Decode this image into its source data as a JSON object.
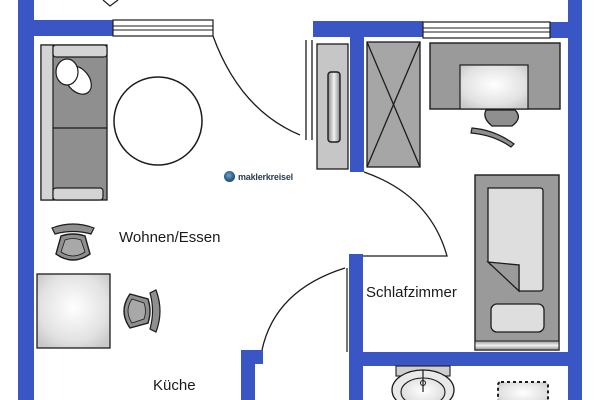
{
  "plan": {
    "colors": {
      "wall": "#3a55c4",
      "furniture_dark": "#8f8f8f",
      "furniture_light": "#e4e4e4",
      "outline": "#1c1c1c",
      "floor": "#ffffff"
    },
    "rooms": [
      {
        "id": "wohnen-essen",
        "label": "Wohnen/Essen"
      },
      {
        "id": "schlafzimmer",
        "label": "Schlafzimmer"
      },
      {
        "id": "kueche",
        "label": "Küche"
      }
    ],
    "watermark": {
      "text": "maklerkreisel"
    },
    "furniture": [
      "corner-sofa",
      "round-coffee-table",
      "dining-table",
      "dining-chair-top",
      "dining-chair-right",
      "wardrobe",
      "storage-cabinet-crossed",
      "desk",
      "desk-chair",
      "single-bed",
      "washbasin",
      "shower-tray"
    ]
  }
}
